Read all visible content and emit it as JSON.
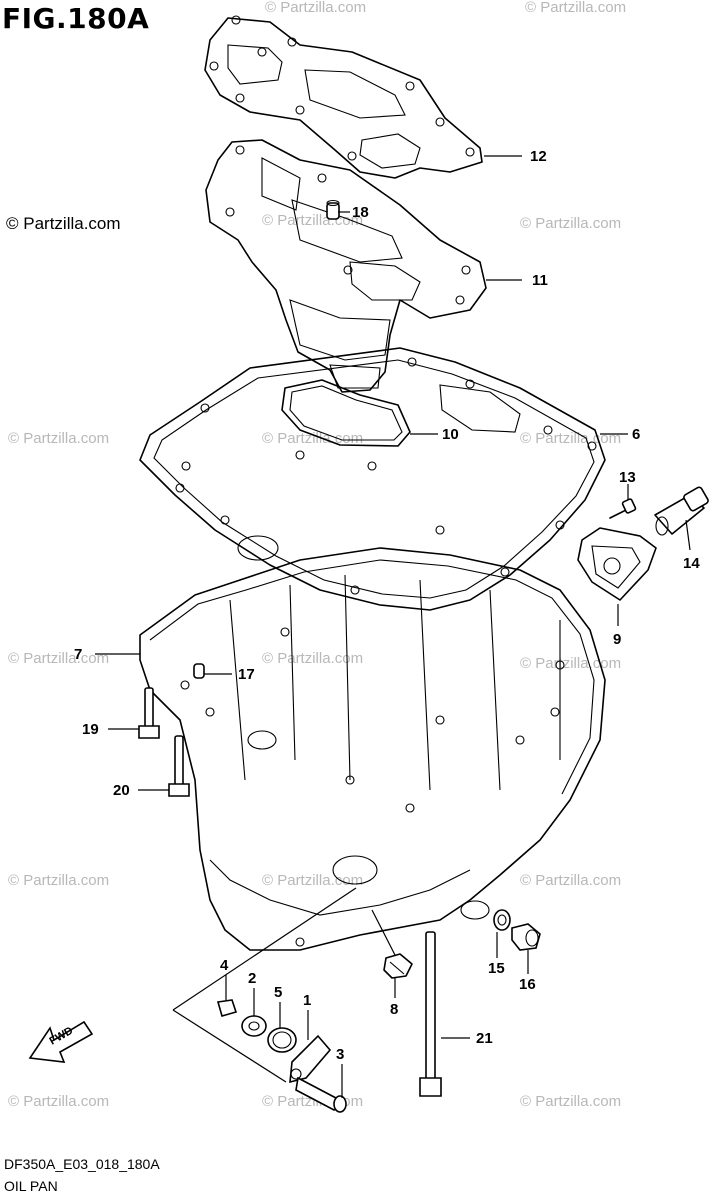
{
  "figure": {
    "title": "FIG.180A",
    "copyright": "© Partzilla.com",
    "code": "DF350A_E03_018_180A",
    "caption": "OIL PAN"
  },
  "watermark_text": "© Partzilla.com",
  "fwd_label": "FWD",
  "callouts": [
    {
      "id": "12",
      "label": "12"
    },
    {
      "id": "18",
      "label": "18"
    },
    {
      "id": "11",
      "label": "11"
    },
    {
      "id": "10",
      "label": "10"
    },
    {
      "id": "6",
      "label": "6"
    },
    {
      "id": "13",
      "label": "13"
    },
    {
      "id": "14",
      "label": "14"
    },
    {
      "id": "9",
      "label": "9"
    },
    {
      "id": "7",
      "label": "7"
    },
    {
      "id": "17",
      "label": "17"
    },
    {
      "id": "19",
      "label": "19"
    },
    {
      "id": "20",
      "label": "20"
    },
    {
      "id": "4",
      "label": "4"
    },
    {
      "id": "2",
      "label": "2"
    },
    {
      "id": "5",
      "label": "5"
    },
    {
      "id": "1",
      "label": "1"
    },
    {
      "id": "3",
      "label": "3"
    },
    {
      "id": "8",
      "label": "8"
    },
    {
      "id": "15",
      "label": "15"
    },
    {
      "id": "16",
      "label": "16"
    },
    {
      "id": "21",
      "label": "21"
    }
  ],
  "colors": {
    "line": "#000000",
    "watermark": "#b8b8b8",
    "background": "#ffffff"
  }
}
